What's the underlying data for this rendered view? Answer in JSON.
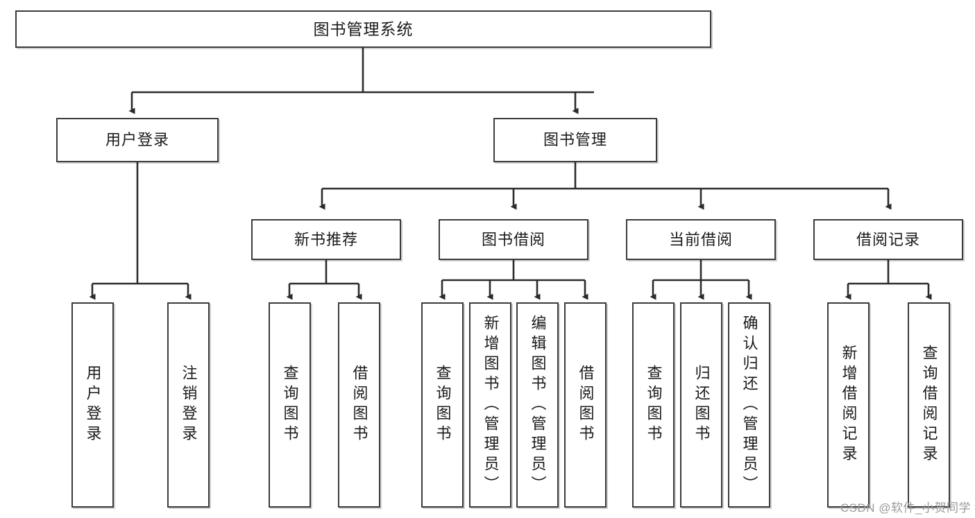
{
  "diagram": {
    "type": "hierarchy-tree",
    "title": "图书管理系统",
    "root": {
      "label": "图书管理系统"
    },
    "level2": [
      {
        "label": "用户登录"
      },
      {
        "label": "图书管理"
      }
    ],
    "level3": [
      {
        "label": "新书推荐"
      },
      {
        "label": "图书借阅"
      },
      {
        "label": "当前借阅"
      },
      {
        "label": "借阅记录"
      }
    ],
    "leaves": {
      "user_login": [
        {
          "label": "用户登录"
        },
        {
          "label": "注销登录"
        }
      ],
      "new_book_recommend": [
        {
          "label": "查询图书"
        },
        {
          "label": "借阅图书"
        }
      ],
      "book_borrow": [
        {
          "label": "查询图书"
        },
        {
          "label": "新增图书（管理员）"
        },
        {
          "label": "编辑图书（管理员）"
        },
        {
          "label": "借阅图书"
        }
      ],
      "current_borrow": [
        {
          "label": "查询图书"
        },
        {
          "label": "归还图书"
        },
        {
          "label": "确认归还（管理员）"
        }
      ],
      "borrow_record": [
        {
          "label": "新增借阅记录"
        },
        {
          "label": "查询借阅记录"
        }
      ]
    },
    "colors": {
      "box_border": "#3a3a3a",
      "box_fill": "#ffffff",
      "connector": "#2b2b2b",
      "text": "#1a1a1a",
      "watermark": "#9a9a9a"
    }
  },
  "watermark": {
    "text": "CSDN @软件_小贺同学"
  }
}
